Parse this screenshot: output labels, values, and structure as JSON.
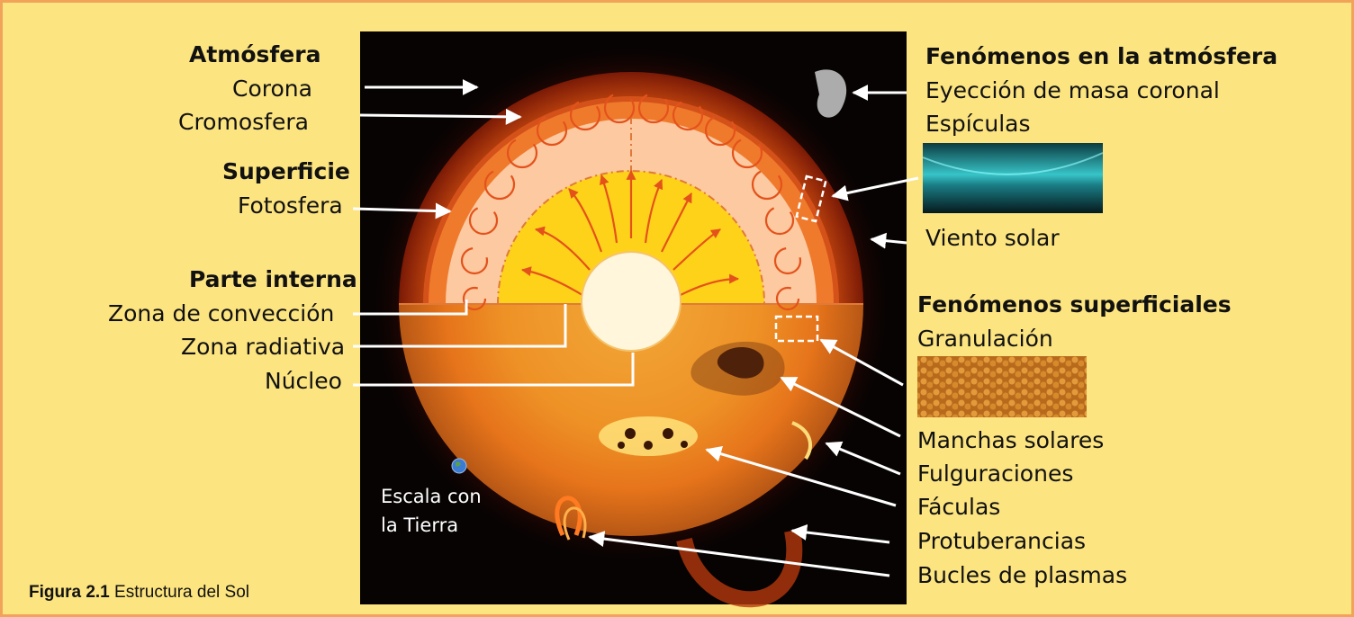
{
  "left": {
    "atmosfera_header": "Atmósfera",
    "corona": "Corona",
    "cromosfera": "Cromosfera",
    "superficie_header": "Superficie",
    "fotosfera": "Fotosfera",
    "interna_header": "Parte interna",
    "conveccion": "Zona de convección",
    "radiativa": "Zona radiativa",
    "nucleo": "Núcleo"
  },
  "right": {
    "atm_header": "Fenómenos en la atmósfera",
    "eyeccion": "Eyección de masa coronal",
    "espiculas": "Espículas",
    "viento": "Viento solar",
    "sup_header": "Fenómenos superficiales",
    "granulacion": "Granulación",
    "manchas": "Manchas solares",
    "fulguraciones": "Fulguraciones",
    "faculas": "Fáculas",
    "protuberancias": "Protuberancias",
    "bucles": "Bucles de plasmas"
  },
  "earth_scale": {
    "line1": "Escala con",
    "line2": "la Tierra"
  },
  "caption": {
    "figure_num": "Figura 2.1",
    "title": "Estructura del Sol"
  },
  "colors": {
    "background": "#fce480",
    "border": "#f1a35a",
    "sun_core": "#fff6dc",
    "radiative": "#ffd21a",
    "convective": "#fcc9a0",
    "photosphere": "#f07a2c"
  }
}
